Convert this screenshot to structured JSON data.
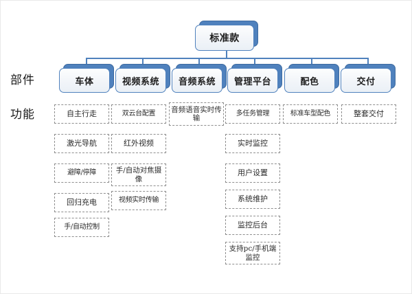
{
  "diagram": {
    "root": {
      "label": "标准款"
    },
    "row_labels": [
      {
        "key": "parts",
        "label": "部件"
      },
      {
        "key": "functions",
        "label": "功能"
      }
    ],
    "columns": [
      {
        "id": "vehicle-body",
        "header": "车体",
        "items": [
          {
            "text": "自主行走",
            "lines": 1
          },
          {
            "text": "激光导航",
            "lines": 1
          },
          {
            "text": "避障/停障",
            "lines": 1
          },
          {
            "text": "回归充电",
            "lines": 1
          },
          {
            "text": "手/自动控制",
            "lines": 1
          }
        ]
      },
      {
        "id": "video-system",
        "header": "视频系统",
        "items": [
          {
            "text": "双云台配置",
            "lines": 1
          },
          {
            "text": "红外视频",
            "lines": 1
          },
          {
            "text": "手/自动对焦摄像",
            "lines": 2
          },
          {
            "text": "视频实时传输",
            "lines": 1
          }
        ]
      },
      {
        "id": "audio-system",
        "header": "音频系统",
        "items": [
          {
            "text": "音频语音实时传输",
            "lines": 2
          }
        ]
      },
      {
        "id": "management-platform",
        "header": "管理平台",
        "items": [
          {
            "text": "多任务管理",
            "lines": 1
          },
          {
            "text": "实时监控",
            "lines": 1
          },
          {
            "text": "用户设置",
            "lines": 1
          },
          {
            "text": "系统维护",
            "lines": 1
          },
          {
            "text": "监控后台",
            "lines": 1
          },
          {
            "text": "支持pc/手机端监控",
            "lines": 2
          }
        ]
      },
      {
        "id": "color-scheme",
        "header": "配色",
        "items": [
          {
            "text": "标准车型配色",
            "lines": 1
          }
        ]
      },
      {
        "id": "delivery",
        "header": "交付",
        "items": [
          {
            "text": "整套交付",
            "lines": 1
          }
        ]
      }
    ],
    "colors": {
      "node_accent": "#4f81bd",
      "node_face": "#eef2f7",
      "dashed_border": "#8d8d8d",
      "text": "#1d1d1d",
      "background": "#ffffff"
    }
  }
}
